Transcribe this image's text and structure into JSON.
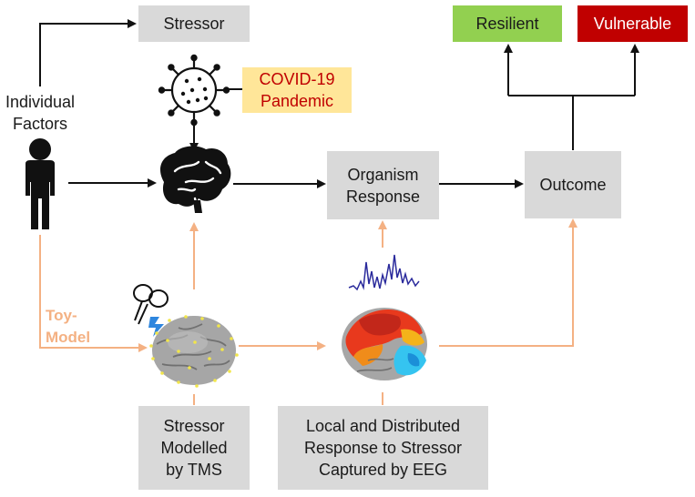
{
  "stressor": "Stressor",
  "covid": {
    "line1": "COVID-19",
    "line2": "Pandemic"
  },
  "individual": {
    "line1": "Individual",
    "line2": "Factors"
  },
  "organism": {
    "line1": "Organism",
    "line2": "Response"
  },
  "outcome": "Outcome",
  "resilient": "Resilient",
  "vulnerable": "Vulnerable",
  "toy_model": {
    "line1": "Toy-",
    "line2": "Model"
  },
  "tms": {
    "line1": "Stressor",
    "line2": "Modelled",
    "line3": "by TMS"
  },
  "eeg": {
    "line1": "Local and Distributed",
    "line2": "Response to Stressor",
    "line3": "Captured by EEG"
  },
  "colors": {
    "box_gray": "#d9d9d9",
    "resilient_green": "#92d050",
    "vulnerable_red": "#c00000",
    "covid_yellow": "#ffe699",
    "covid_text": "#c00000",
    "toy_orange": "#f4b183",
    "toy_text": "#f4b183"
  },
  "icons": [
    "virus-icon",
    "person-icon",
    "brain-icon",
    "tms-coil-icon",
    "brain-tms-icon",
    "brain-eeg-icon",
    "eeg-signal-icon"
  ]
}
